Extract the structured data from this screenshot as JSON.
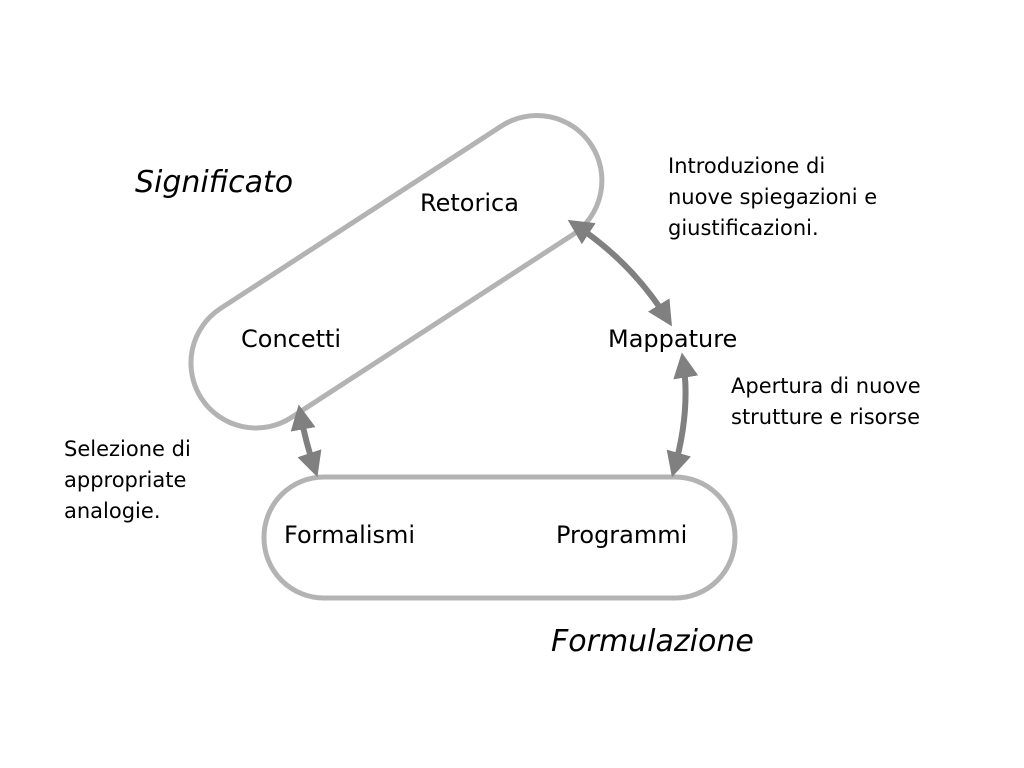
{
  "groups": {
    "meaning": "Significato",
    "formulation": "Formulazione"
  },
  "nodes": {
    "retorica": "Retorica",
    "concetti": "Concetti",
    "mappature": "Mappature",
    "formalismi": "Formalismi",
    "programmi": "Programmi"
  },
  "notes": {
    "introduction": [
      "Introduzione di",
      "nuove spiegazioni e",
      "giustificazioni."
    ],
    "opening": [
      "Apertura di nuove",
      "strutture e risorse"
    ],
    "selection": [
      "Selezione di",
      "appropriate",
      "analogie."
    ]
  },
  "colors": {
    "shape_stroke": "#b3b3b3",
    "arrow": "#808080",
    "text": "#000000"
  }
}
